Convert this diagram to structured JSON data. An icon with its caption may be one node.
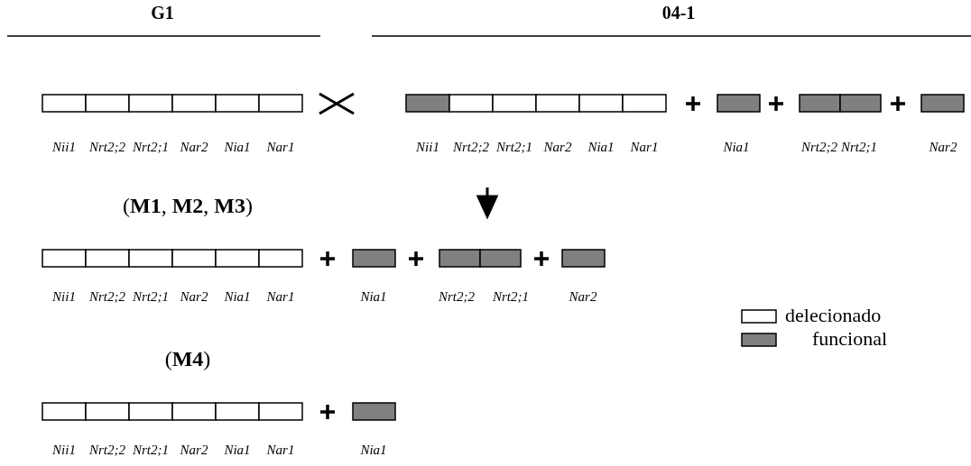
{
  "diagram": {
    "labels": [
      "G1",
      "04-1",
      "Nii1",
      "Nrt2;2",
      "Nrt2;1",
      "Nar2",
      "Nia1",
      "Nar1",
      "Nii1",
      "Nrt2;2",
      "Nrt2;1",
      "Nar2",
      "Nia1",
      "Nar1",
      "Nia1",
      "Nrt2;2",
      "Nrt2;1",
      "Nar2",
      "(**M1**, **M2**, **M3**)",
      "Nii1",
      "Nrt2;2",
      "Nrt2;1",
      "Nar2",
      "Nia1",
      "Nar1",
      "Nia1",
      "Nrt2;2",
      "Nrt2;1",
      "Nar2",
      "(**M4**)",
      "Nii1",
      "Nrt2;2",
      "Nrt2;1",
      "Nar2",
      "Nia1",
      "Nar1",
      "Nia1"
    ],
    "legend": [
      {
        "text": "delecionado",
        "color": "#ffffff"
      },
      {
        "text": "funcional",
        "color": "#808080"
      }
    ]
  }
}
